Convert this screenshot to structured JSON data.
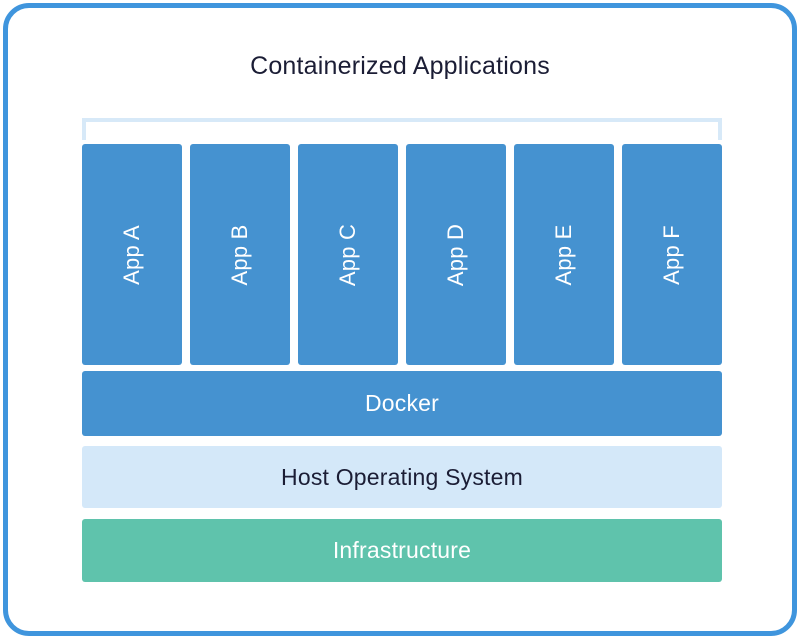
{
  "diagram": {
    "title": "Containerized Applications",
    "type": "layered-stack",
    "colors": {
      "frame_border": "#3f95dd",
      "app_box": "#4592d0",
      "bracket": "#d7e9f8",
      "docker_bar": "#4592d0",
      "host_os_bar": "#d4e8f9",
      "infrastructure_bar": "#5fc3ac",
      "title_text": "#1b1d35",
      "light_text": "#ffffff",
      "dark_text": "#1b1d35",
      "background": "#ffffff"
    },
    "bracket": {
      "label": "applications-span-bracket",
      "spans": "App A through App F"
    },
    "apps": [
      {
        "label": "App A"
      },
      {
        "label": "App B"
      },
      {
        "label": "App C"
      },
      {
        "label": "App D"
      },
      {
        "label": "App E"
      },
      {
        "label": "App F"
      }
    ],
    "layers": [
      {
        "key": "docker",
        "label": "Docker"
      },
      {
        "key": "host_os",
        "label": "Host Operating System"
      },
      {
        "key": "infrastructure",
        "label": "Infrastructure"
      }
    ]
  }
}
